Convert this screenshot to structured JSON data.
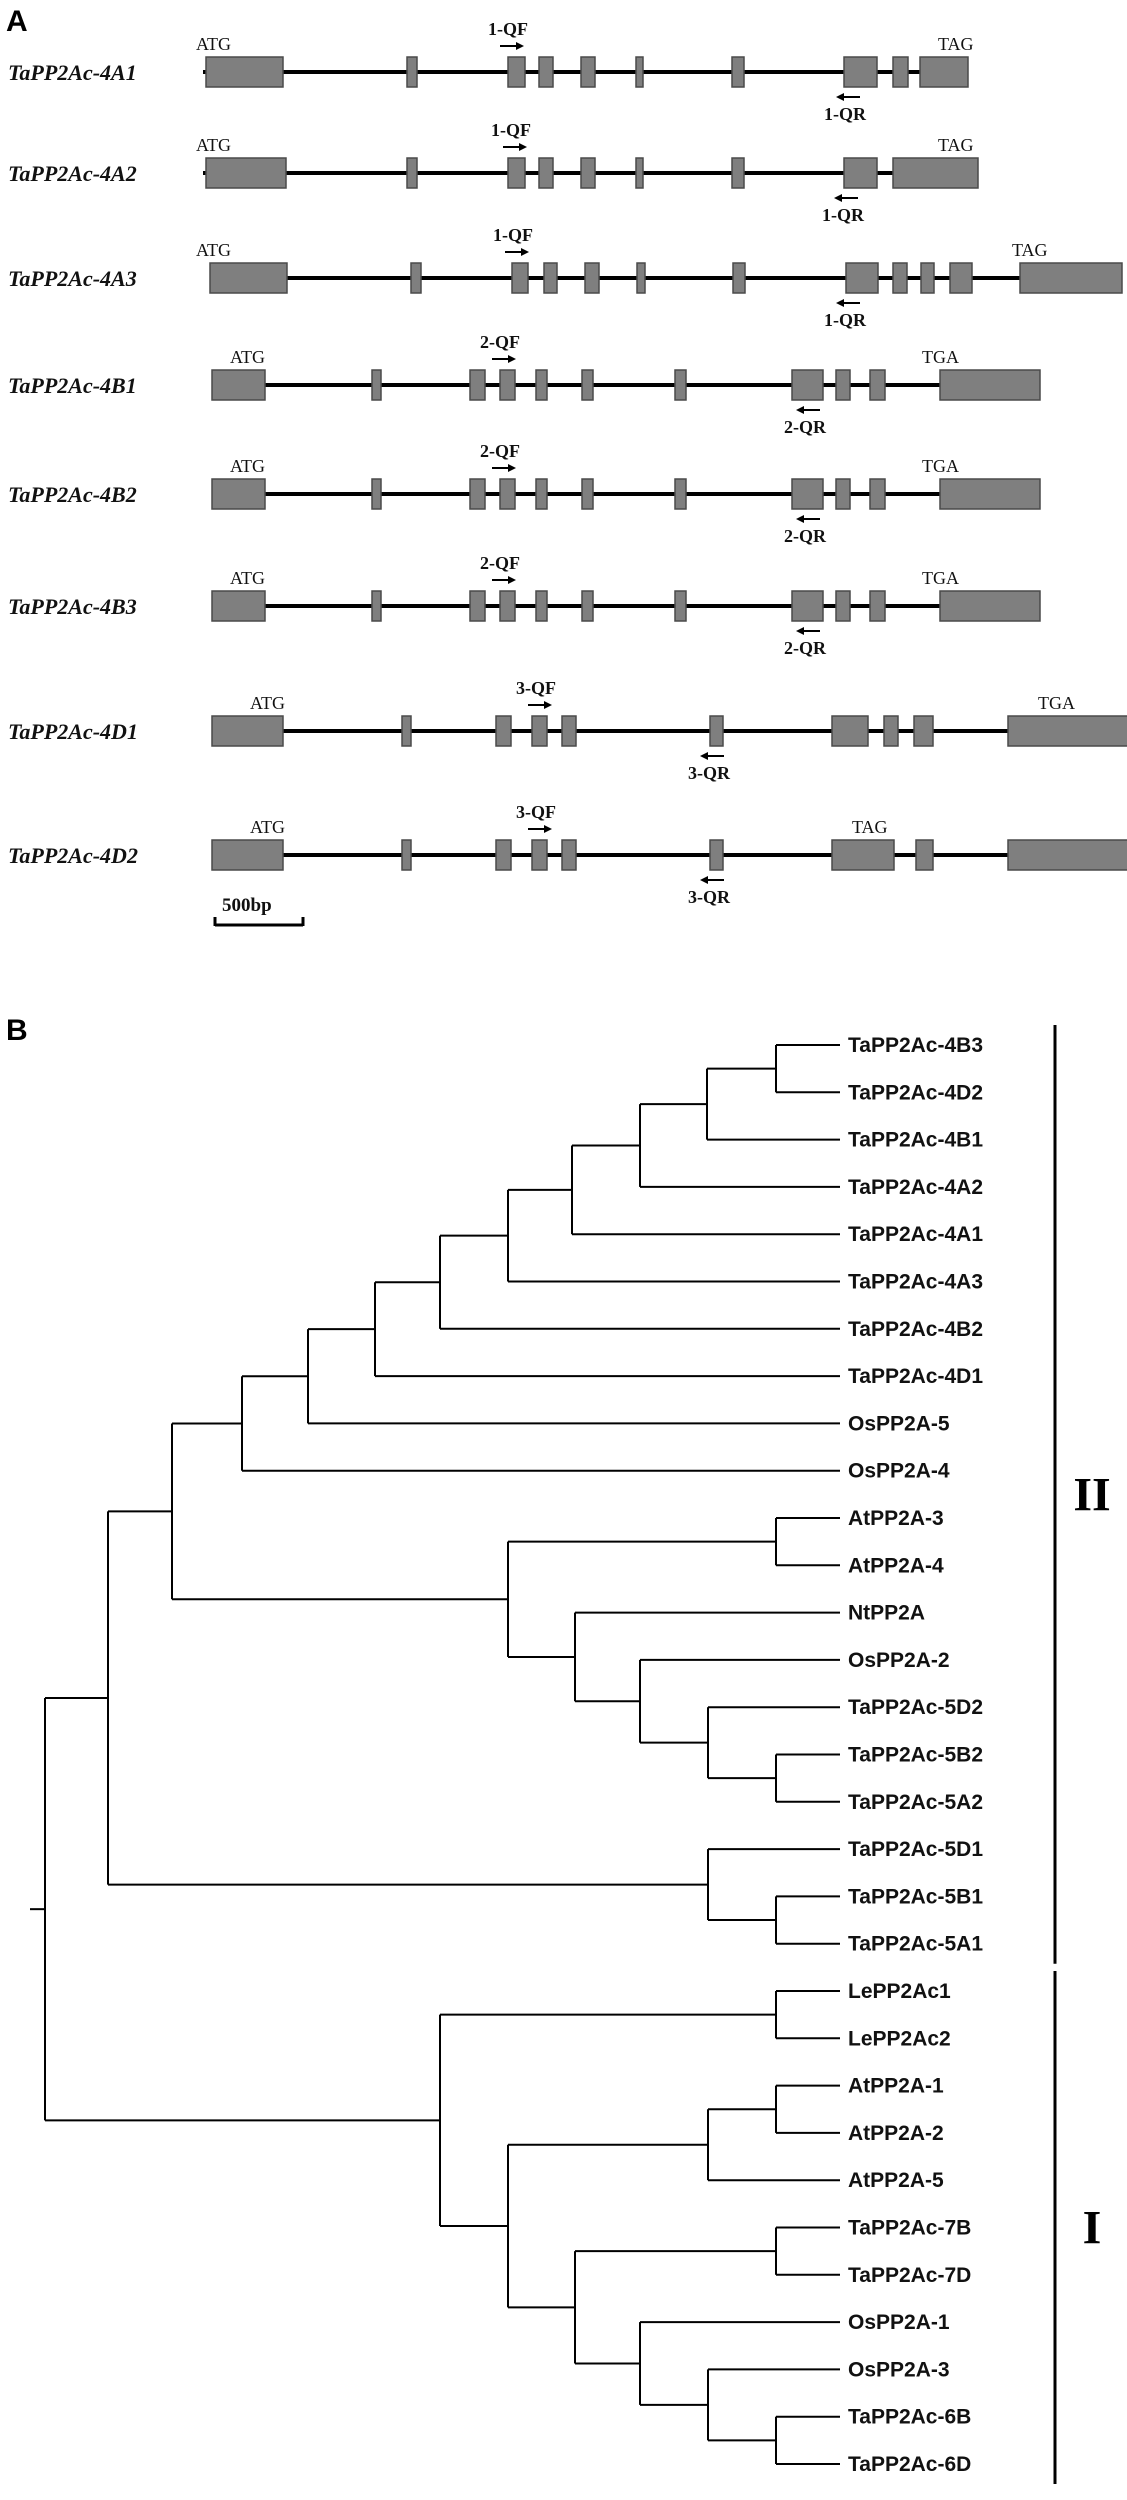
{
  "panel_a": {
    "label": "A",
    "genes": [
      {
        "name": "TaPP2Ac-4A1",
        "start_codon": "ATG",
        "stop_codon": "TAG",
        "fwd_primer": "1-QF",
        "rev_primer": "1-QR"
      },
      {
        "name": "TaPP2Ac-4A2",
        "start_codon": "ATG",
        "stop_codon": "TAG",
        "fwd_primer": "1-QF",
        "rev_primer": "1-QR"
      },
      {
        "name": "TaPP2Ac-4A3",
        "start_codon": "ATG",
        "stop_codon": "TAG",
        "fwd_primer": "1-QF",
        "rev_primer": "1-QR"
      },
      {
        "name": "TaPP2Ac-4B1",
        "start_codon": "ATG",
        "stop_codon": "TGA",
        "fwd_primer": "2-QF",
        "rev_primer": "2-QR"
      },
      {
        "name": "TaPP2Ac-4B2",
        "start_codon": "ATG",
        "stop_codon": "TGA",
        "fwd_primer": "2-QF",
        "rev_primer": "2-QR"
      },
      {
        "name": "TaPP2Ac-4B3",
        "start_codon": "ATG",
        "stop_codon": "TGA",
        "fwd_primer": "2-QF",
        "rev_primer": "2-QR"
      },
      {
        "name": "TaPP2Ac-4D1",
        "start_codon": "ATG",
        "stop_codon": "TGA",
        "fwd_primer": "3-QF",
        "rev_primer": "3-QR"
      },
      {
        "name": "TaPP2Ac-4D2",
        "start_codon": "ATG",
        "stop_codon": "TAG",
        "fwd_primer": "3-QF",
        "rev_primer": "3-QR"
      }
    ],
    "scale_bar": {
      "label": "500bp",
      "length_bp": 500
    }
  },
  "panel_b": {
    "label": "B",
    "leaves": [
      "TaPP2Ac-4B3",
      "TaPP2Ac-4D2",
      "TaPP2Ac-4B1",
      "TaPP2Ac-4A2",
      "TaPP2Ac-4A1",
      "TaPP2Ac-4A3",
      "TaPP2Ac-4B2",
      "TaPP2Ac-4D1",
      "OsPP2A-5",
      "OsPP2A-4",
      "AtPP2A-3",
      "AtPP2A-4",
      "NtPP2A",
      "OsPP2A-2",
      "TaPP2Ac-5D2",
      "TaPP2Ac-5B2",
      "TaPP2Ac-5A2",
      "TaPP2Ac-5D1",
      "TaPP2Ac-5B1",
      "TaPP2Ac-5A1",
      "LePP2Ac1",
      "LePP2Ac2",
      "AtPP2A-1",
      "AtPP2A-2",
      "AtPP2A-5",
      "TaPP2Ac-7B",
      "TaPP2Ac-7D",
      "OsPP2A-1",
      "OsPP2A-3",
      "TaPP2Ac-6B",
      "TaPP2Ac-6D"
    ],
    "groups": [
      {
        "label": "II",
        "first_leaf": 0,
        "last_leaf": 19
      },
      {
        "label": "I",
        "first_leaf": 20,
        "last_leaf": 30
      }
    ]
  }
}
